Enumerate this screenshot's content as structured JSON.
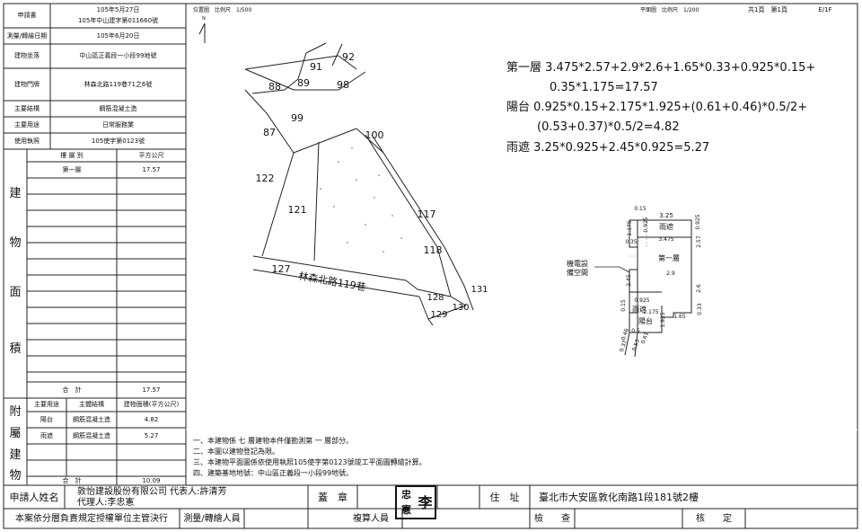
{
  "left_table": {
    "applicant_label": "申請書",
    "applicant_value_1": "105年5月27日",
    "applicant_value_2": "105年中山建字第011660號",
    "survey_date_label": "測量/轉繪日期",
    "survey_date_value": "105年6月20日",
    "location_label": "建物坐落",
    "location_value": "中山區正義段一小段99地號",
    "door_label": "建物門牌",
    "door_value": "林森北路119巷71之6號",
    "structure_label": "主要結構",
    "structure_value": "鋼筋混凝土造",
    "use_label": "主要用途",
    "use_value": "日常服務業",
    "permit_label": "使用執照",
    "permit_value": "105使字第0123號",
    "floor_col_label": "樓 層 別",
    "area_col_label": "平方公尺",
    "building_chars": [
      "建",
      "物",
      "面",
      "積"
    ],
    "floor_rows": [
      {
        "floor": "第一層",
        "area": "17.57"
      }
    ],
    "total_label": "合　計",
    "total_value": "17.57",
    "annex_chars": [
      "附",
      "屬",
      "建",
      "物"
    ],
    "annex_headers": [
      "主要用途",
      "主體結構",
      "建物面積(平方公尺)"
    ],
    "annex_rows": [
      {
        "use": "陽台",
        "struct": "鋼筋混凝土造",
        "area": "4.82"
      },
      {
        "use": "雨遮",
        "struct": "鋼筋混凝土造",
        "area": "5.27"
      }
    ],
    "annex_total_label": "合　計",
    "annex_total_value": "10.09"
  },
  "header": {
    "location_map": "位置圖　比例尺　1/500",
    "north_mark": "N",
    "floor_plan_scale": "平面圖　比例尺　1/200",
    "page": "共1頁　第1頁",
    "sheet": "E/1F"
  },
  "map_labels": {
    "l91": "91",
    "l92": "92",
    "l88": "88",
    "l89": "89",
    "l98": "98",
    "l99": "99",
    "l87": "87",
    "l100": "100",
    "l122": "122",
    "l121": "121",
    "l117": "117",
    "l118": "118",
    "l127": "127",
    "road": "林森北路119巷",
    "l128": "128",
    "l131": "131",
    "l130": "130",
    "l129": "129"
  },
  "calculations": {
    "floor1_line1": "第一層 3.475*2.57+2.9*2.6+1.65*0.33+0.925*0.15+",
    "floor1_line2": "0.35*1.175=17.57",
    "balcony_line1": "陽台  0.925*0.15+2.175*1.925+(0.61+0.46)*0.5/2+",
    "balcony_line2": "(0.53+0.37)*0.5/2=4.82",
    "canopy_line": "雨遮  3.25*0.925+2.45*0.925=5.27"
  },
  "floor_plan": {
    "dim_015": "0.15",
    "dim_325": "3.25",
    "dim_1175": "1.175",
    "dim_0925a": "0.925",
    "canopy_label": "雨遮",
    "dim_0925b": "0.925",
    "dim_035": "0.35",
    "dim_3475": "3.475",
    "dim_257": "2.57",
    "floor_label": "第一層",
    "dim_29": "2.9",
    "dim_245": "2.45",
    "dim_26": "2.6",
    "dim_0925c": "0.925",
    "dim_015b": "0.15",
    "canopy2_label": "雨遮",
    "dim_2175": "2.175",
    "balcony_label": "陽台",
    "dim_1925": "1.925",
    "dim_165": "1.65",
    "dim_033": "0.33",
    "dim_05": "0.5",
    "dim_061": "0.61",
    "dim_046": "0.46",
    "dim_053": "0.53",
    "dim_037": "0.37",
    "equipment_label_1": "機電設",
    "equipment_label_2": "備空間"
  },
  "notes": [
    "一、本建物係 七 層建物本件僅勘測第 一 層部分。",
    "二、本圖以建物登記為限。",
    "三、本建物平面圖係依使用執照105使字第0123號竣工平面圖轉繪計算。",
    "四、建築基地地號：中山區正義段一小段99地號。"
  ],
  "footer": {
    "applicant_name_label": "申請人姓名",
    "applicant_company": "敦怡建設股份有限公司 代表人:許清芳",
    "applicant_agent": "代理人:李忠憲",
    "seal_label": "蓋　章",
    "stamp_text_1": "忠",
    "stamp_text_2": "李",
    "stamp_text_3": "憲",
    "address_label": "住　址",
    "address_value": "臺北市大安區敦化南路1段181號2樓",
    "disclaimer": "本案依分層負責規定授權單位主管決行",
    "surveyor_label": "測量/轉繪人員",
    "reviewer_label": "複算人員",
    "inspector_label": "檢　　查",
    "approver_label": "核　　定"
  }
}
